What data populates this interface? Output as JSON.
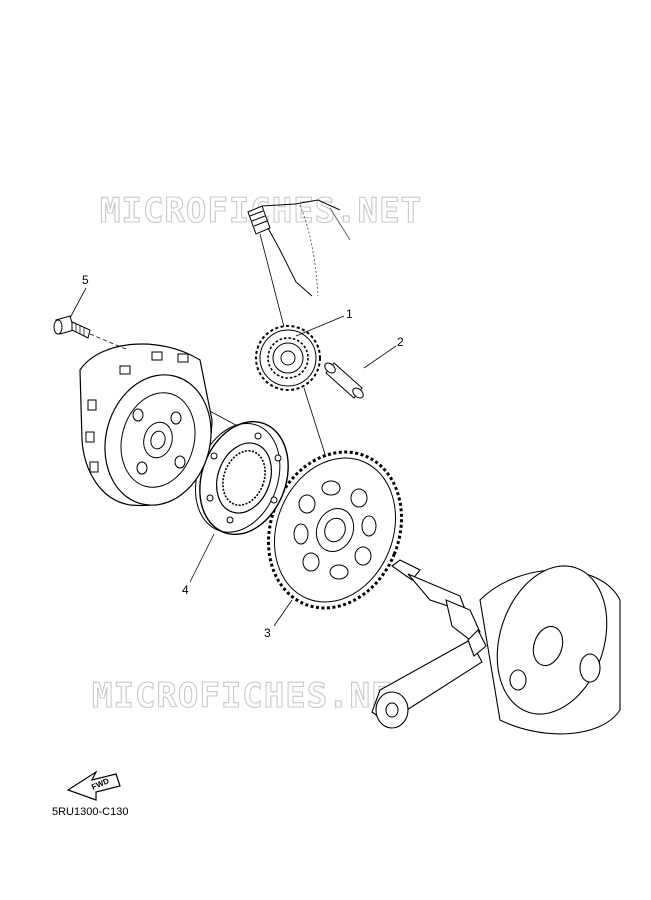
{
  "watermark": {
    "text": "MICROFICHES.NET"
  },
  "callouts": [
    "1",
    "2",
    "3",
    "4",
    "5"
  ],
  "fwd_label": "FWD",
  "diagram_code": "5RU1300-C130"
}
